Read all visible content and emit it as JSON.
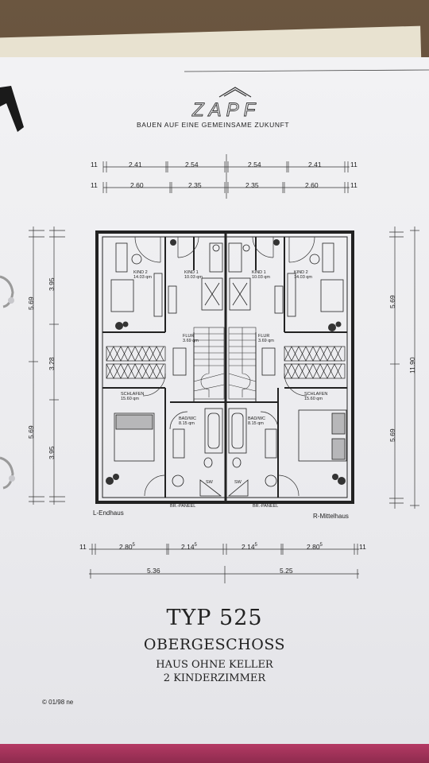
{
  "brand": {
    "logo_text": "ZAPF",
    "slogan": "BAUEN AUF EINE GEMEINSAME ZUKUNFT"
  },
  "plan": {
    "house_left": "L-Endhaus",
    "house_right": "R-Mittelhaus",
    "wall_panel_label": "BR.-PANEEL",
    "rooms": {
      "left_kind2": {
        "name": "KIND 2",
        "area": "14.03 qm"
      },
      "left_kind1": {
        "name": "KIND 1",
        "area": "10.03 qm"
      },
      "right_kind1": {
        "name": "KIND 1",
        "area": "10.03 qm"
      },
      "right_kind2": {
        "name": "KIND 2",
        "area": "14.03 qm"
      },
      "left_flur": {
        "name": "FLUR",
        "area": "3.69 qm"
      },
      "right_flur": {
        "name": "FLUR",
        "area": "3.69 qm"
      },
      "left_schlafen": {
        "name": "SCHLAFEN",
        "area": "15.60 qm"
      },
      "right_schlafen": {
        "name": "SCHLAFEN",
        "area": "15.60 qm"
      },
      "left_bad": {
        "name": "BAD/WC",
        "area": "8.15 qm"
      },
      "right_bad": {
        "name": "BAD/WC",
        "area": "8.15 qm"
      },
      "sw_label": "SW"
    }
  },
  "dimensions": {
    "top_row1": [
      "2.41",
      "2.54",
      "2.54",
      "2.41"
    ],
    "top_row2": [
      "2.60",
      "2.35",
      "2.35",
      "2.60"
    ],
    "tick_mark": "11",
    "left_outer": [
      "5.69",
      "5.69"
    ],
    "left_inner": [
      "3.95",
      "3.28",
      "3.95"
    ],
    "right_inner": [
      "5.69",
      "5.69"
    ],
    "right_outer": "11.90",
    "bottom_row1": [
      {
        "main": "2.80",
        "sup": "5"
      },
      {
        "main": "2.14",
        "sup": "5"
      },
      {
        "main": "2.14",
        "sup": "5"
      },
      {
        "main": "2.80",
        "sup": "5"
      }
    ],
    "bottom_row2": [
      "5.36",
      "5.25"
    ]
  },
  "title": {
    "type": "TYP 525",
    "floor": "OBERGESCHOSS",
    "line1": "HAUS OHNE KELLER",
    "line2": "2 KINDERZIMMER"
  },
  "footer": {
    "copyright": "© 01/98 ne"
  },
  "colors": {
    "paper": "#eeeef1",
    "ink": "#222222",
    "floor_accent": "#b43a64"
  }
}
